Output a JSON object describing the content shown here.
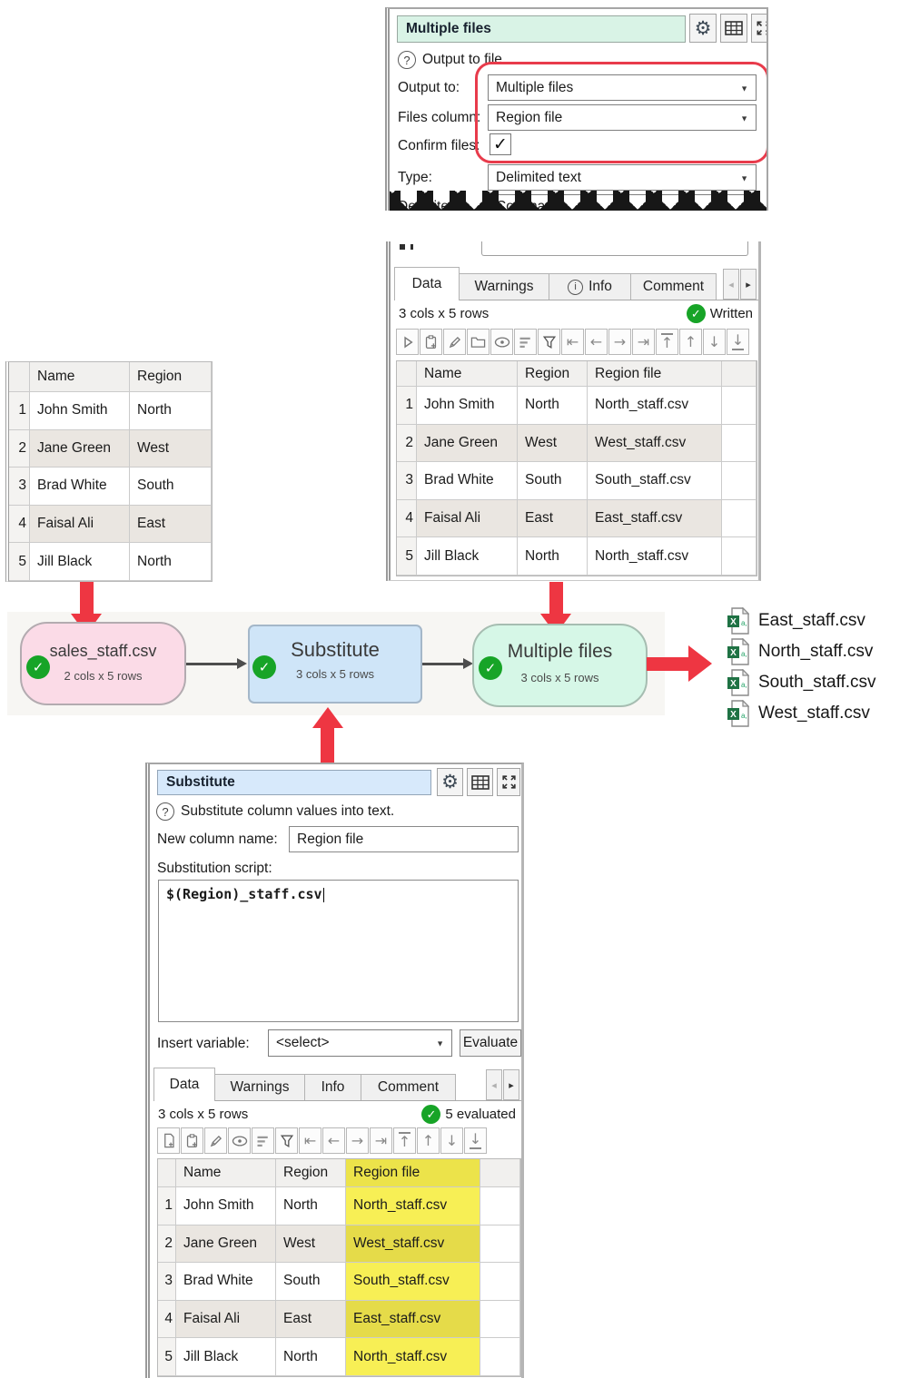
{
  "output_panel": {
    "title": "Multiple files",
    "help_text": "Output to file.",
    "output_to_label": "Output to:",
    "output_to_value": "Multiple files",
    "files_column_label": "Files column:",
    "files_column_value": "Region file",
    "confirm_files_label": "Confirm files:",
    "confirm_files_checked": true,
    "type_label": "Type:",
    "type_value": "Delimited text",
    "delimiter_label": "Delimiter:",
    "delimiter_value": "Comma (,)",
    "icons": [
      "gear-icon",
      "table-icon",
      "expand-icon"
    ]
  },
  "source_table": {
    "columns": [
      "Name",
      "Region"
    ],
    "rows": [
      [
        "1",
        "John Smith",
        "North"
      ],
      [
        "2",
        "Jane Green",
        "West"
      ],
      [
        "3",
        "Brad White",
        "South"
      ],
      [
        "4",
        "Faisal Ali",
        "East"
      ],
      [
        "5",
        "Jill Black",
        "North"
      ]
    ]
  },
  "written_panel": {
    "tabs": [
      "Data",
      "Warnings",
      "Info",
      "Comment"
    ],
    "status": "3 cols x 5 rows",
    "badge": "Written",
    "toolbar_icons": [
      "play-icon",
      "paste-icon",
      "edit-icon",
      "folder-icon",
      "eye-icon",
      "sort-icon",
      "filter-icon",
      "first-column-icon",
      "previous-column-icon",
      "next-column-icon",
      "last-column-icon",
      "first-row-icon",
      "previous-row-icon",
      "next-row-icon",
      "last-row-icon"
    ],
    "table": {
      "columns": [
        "Name",
        "Region",
        "Region file"
      ],
      "rows": [
        [
          "1",
          "John Smith",
          "North",
          "North_staff.csv"
        ],
        [
          "2",
          "Jane Green",
          "West",
          "West_staff.csv"
        ],
        [
          "3",
          "Brad White",
          "South",
          "South_staff.csv"
        ],
        [
          "4",
          "Faisal Ali",
          "East",
          "East_staff.csv"
        ],
        [
          "5",
          "Jill Black",
          "North",
          "North_staff.csv"
        ]
      ]
    }
  },
  "flow": {
    "nodes": [
      {
        "title": "sales_staff.csv",
        "subtitle": "2 cols x 5 rows",
        "color": "#fbdbe7"
      },
      {
        "title": "Substitute",
        "subtitle": "3 cols x 5 rows",
        "color": "#cfe5f8"
      },
      {
        "title": "Multiple files",
        "subtitle": "3 cols x 5 rows",
        "color": "#d6f7e7"
      }
    ],
    "output_files": [
      "East_staff.csv",
      "North_staff.csv",
      "South_staff.csv",
      "West_staff.csv"
    ]
  },
  "substitute_panel": {
    "title": "Substitute",
    "help_text": "Substitute column values into text.",
    "new_column_label": "New column name:",
    "new_column_value": "Region file",
    "script_label": "Substitution script:",
    "script_value": "$(Region)_staff.csv",
    "insert_variable_label": "Insert variable:",
    "insert_variable_value": "<select>",
    "evaluate_label": "Evaluate",
    "tabs": [
      "Data",
      "Warnings",
      "Info",
      "Comment"
    ],
    "status": "3 cols x 5 rows",
    "badge": "5 evaluated",
    "toolbar_icons": [
      "new-file-icon",
      "paste-icon",
      "edit-icon",
      "eye-icon",
      "sort-icon",
      "filter-icon",
      "first-column-icon",
      "previous-column-icon",
      "next-column-icon",
      "last-column-icon",
      "first-row-icon",
      "previous-row-icon",
      "next-row-icon",
      "last-row-icon"
    ],
    "table": {
      "columns": [
        "Name",
        "Region",
        "Region file"
      ],
      "rows": [
        [
          "1",
          "John Smith",
          "North",
          "North_staff.csv"
        ],
        [
          "2",
          "Jane Green",
          "West",
          "West_staff.csv"
        ],
        [
          "3",
          "Brad White",
          "South",
          "South_staff.csv"
        ],
        [
          "4",
          "Faisal Ali",
          "East",
          "East_staff.csv"
        ],
        [
          "5",
          "Jill Black",
          "North",
          "North_staff.csv"
        ]
      ]
    }
  },
  "colors": {
    "accent_red": "#ee3642",
    "success_green": "#17a427",
    "highlight_yellow": "#f7ef55",
    "header_green": "#d9f3e6",
    "header_blue": "#d7e9fb",
    "node_pink": "#fbdbe7",
    "node_blue": "#cfe5f8",
    "node_green": "#d6f7e7"
  }
}
